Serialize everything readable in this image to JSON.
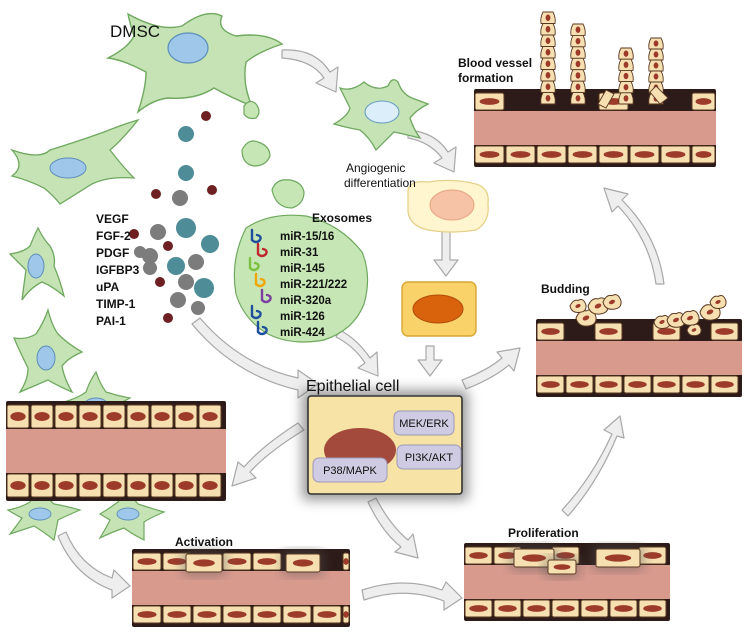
{
  "labels": {
    "dmsc": "DMSC",
    "blood_vessel_line1": "Blood vessel",
    "blood_vessel_line2": "formation",
    "angiogenic_line1": "Angiogenic",
    "angiogenic_line2": "differentiation",
    "exosomes": "Exosomes",
    "budding": "Budding",
    "epithelial_cell": "Epithelial cell",
    "activation": "Activation",
    "proliferation": "Proliferation"
  },
  "growth_factors": [
    "VEGF",
    "FGF-2",
    "PDGF",
    "IGFBP3",
    "uPA",
    "TIMP-1",
    "PAI-1"
  ],
  "mirnas": [
    "miR-15/16",
    "miR-31",
    "miR-145",
    "miR-221/222",
    "miR-320a",
    "miR-126",
    "miR-424"
  ],
  "mirna_colors": [
    "#1f4e9c",
    "#c0282d",
    "#7cc142",
    "#f0a500",
    "#7b3fa0",
    "#1f4e9c",
    "#1f4e9c"
  ],
  "pathways": [
    "MEK/ERK",
    "PI3K/AKT",
    "P38/MAPK"
  ],
  "colors": {
    "stem_cell_fill": "#c6e3b5",
    "stem_cell_stroke": "#6fa85f",
    "nucleus_blue": "#9ec7ea",
    "vessel_lumen": "#d99a8e",
    "vessel_cell": "#f6dfb0",
    "cell_nucleus": "#9d3b2a",
    "teal_particle": "#4e8c97",
    "grey_particle": "#7c7c7c",
    "maroon_particle": "#6d1f22",
    "exosome_fill": "#c7e6b6",
    "epithelial_fill": "#f7e3a6",
    "pathway_fill": "#cfcbe2",
    "arrow_fill": "#eeeeee",
    "arrow_stroke": "#a8a8a8"
  }
}
